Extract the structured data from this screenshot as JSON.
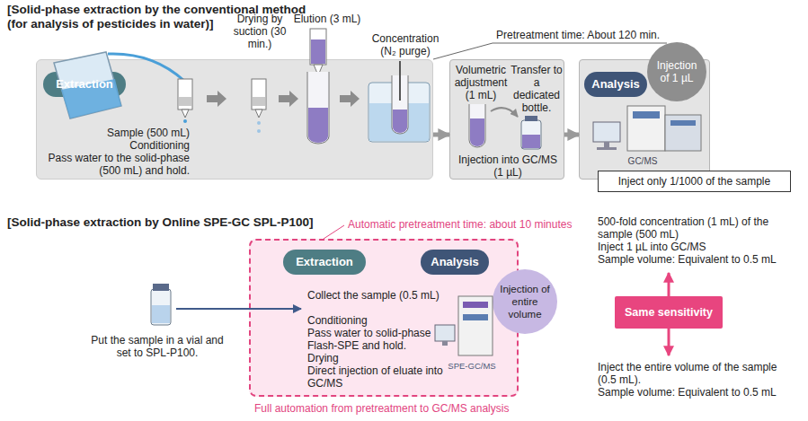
{
  "diagram": {
    "nodes": [
      {
        "text": [
          "Sample (500 mL)",
          "Conditioning",
          "Pass water to the solid-phase (500 mL) and hold."
        ]
      },
      {
        "text": [
          "Extraction"
        ],
        "in": 0
      },
      {
        "text": [
          "Volumetric adjustment (1 mL)",
          "Transfer to a dedicated bottle.",
          "Injection into GC/MS (1 µL)"
        ]
      },
      {
        "text": [
          "GC/MS"
        ]
      },
      {
        "text": [
          "Analysis"
        ],
        "in": 3
      },
      {
        "text": [
          "Injection of 1 µL"
        ]
      },
      {
        "text": [
          "Inject only 1/1000 of the sample"
        ]
      },
      {
        "text": [
          "Collect the sample (0.5 mL)",
          "Conditioning",
          "Pass water to solid-phase Flash-SPE and hold.",
          "Drying",
          "Direct injection of eluate into GC/MS",
          "SPE-GC/MS"
        ]
      },
      {
        "text": [
          "Extraction"
        ],
        "in": 7
      },
      {
        "text": [
          "Analysis"
        ],
        "in": 7
      },
      {
        "text": [
          "Injection of entire volume"
        ]
      },
      {
        "text": [
          "Same sensitivity"
        ]
      }
    ],
    "edges": [
      {
        "from": 0,
        "to": 2,
        "arrow": "to"
      },
      {
        "from": 2,
        "to": 3,
        "arrow": "to"
      }
    ],
    "labels": [
      "[Solid-phase extraction by the conventional method (for analysis of pesticides in water)]",
      "Drying by suction (30 min.)",
      "Elution (3 mL)",
      "Concentration (N₂ purge)",
      "Pretreatment time: About 120 min.",
      "[Solid-phase extraction by Online SPE-GC SPL-P100]",
      "Automatic pretreatment time: about 10 minutes",
      "Put the sample in a vial and set to SPL-P100.",
      "Full automation from pretreatment to GC/MS analysis",
      "500-fold concentration (1 mL) of the sample (500 mL)",
      "Inject 1 µL into GC/MS",
      "Sample volume: Equivalent to 0.5 mL",
      "Inject the entire volume of the sample (0.5 mL).",
      "Sample volume: Equivalent to 0.5 mL"
    ]
  }
}
